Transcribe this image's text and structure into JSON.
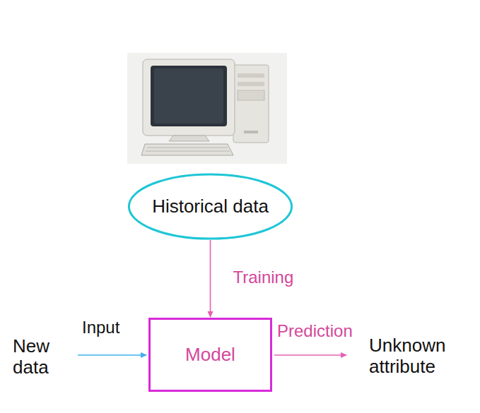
{
  "diagram": {
    "nodes": [
      {
        "text": [
          "Historical data"
        ]
      },
      {
        "text": [
          "Model"
        ]
      }
    ],
    "edges": [
      {
        "from": 0,
        "to": 1,
        "arrow": "to",
        "label": "Training"
      }
    ],
    "labels": [
      "New data",
      "Input",
      "Prediction",
      "Unknown attribute"
    ]
  }
}
